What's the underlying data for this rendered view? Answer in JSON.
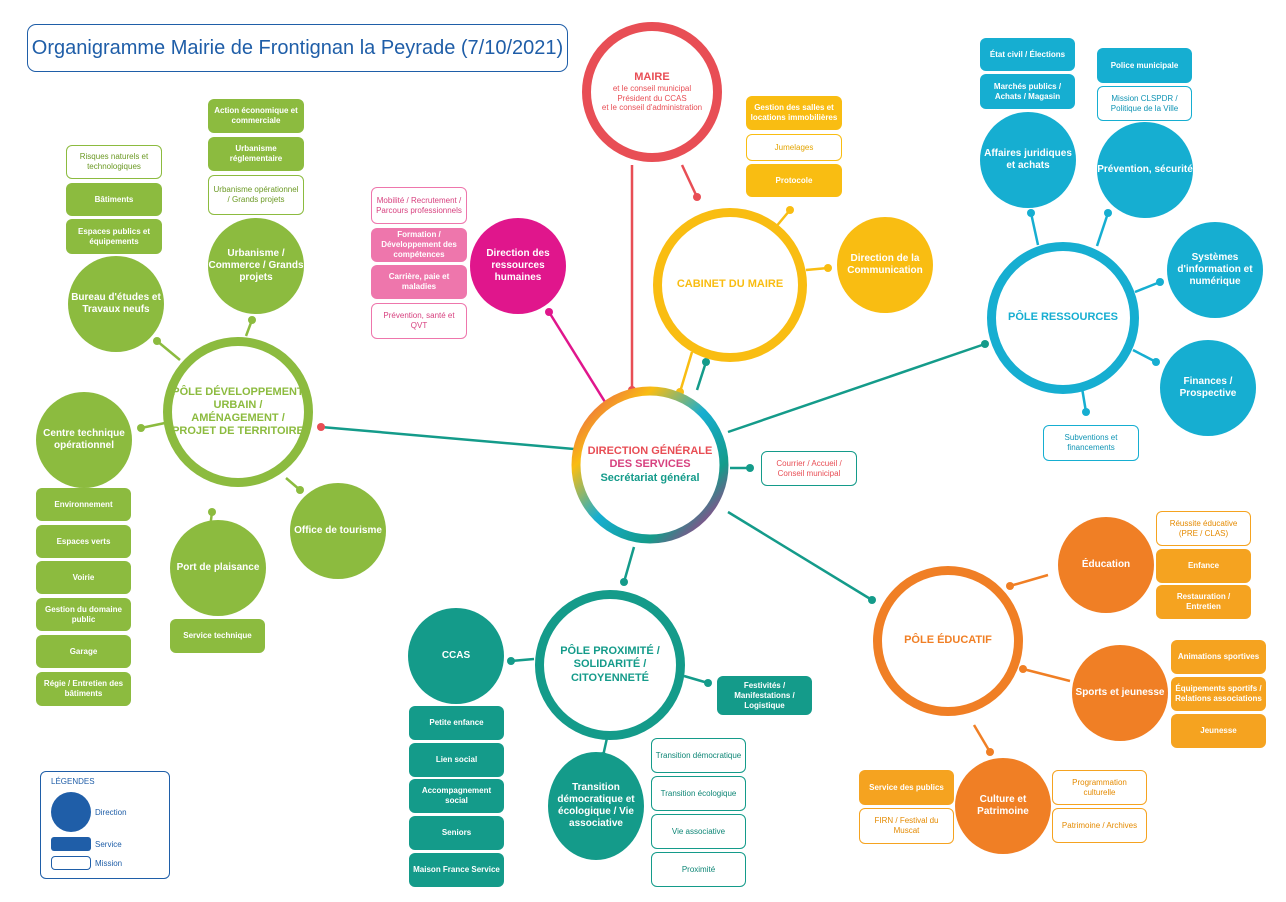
{
  "title": "Organigramme Mairie de Frontignan la Peyrade (7/10/2021)",
  "colors": {
    "green": "#8cbb3f",
    "pink": "#ee76ac",
    "magenta": "#e0168c",
    "red": "#e84e55",
    "yellow": "#f9bd12",
    "cyan": "#16aed1",
    "teal": "#149b8a",
    "orange": "#f07f25",
    "blue": "#1f5ea8"
  },
  "maire": {
    "title": "MAIRE",
    "line1": "et le conseil municipal",
    "line2": "Président du CCAS",
    "line3": "et le conseil d'administration"
  },
  "dgs": {
    "line1": "DIRECTION GÉNÉRALE",
    "line2": "DES SERVICES",
    "line3": "Secrétariat général",
    "mission": "Courrier / Accueil / Conseil municipal"
  },
  "cabinet": {
    "label": "CABINET DU MAIRE",
    "communication": "Direction de la Communication",
    "services": [
      "Gestion des salles et locations immobilières",
      "Protocole"
    ],
    "missions": [
      "Jumelages"
    ]
  },
  "rh": {
    "label": "Direction des ressources humaines",
    "missions": [
      "Mobilité / Recrutement / Parcours professionnels",
      "Prévention, santé et QVT"
    ],
    "services": [
      "Formation / Développement des compétences",
      "Carrière, paie et maladies"
    ]
  },
  "pole_dev": {
    "label": "PÔLE DÉVELOPPEMENT URBAIN / AMÉNAGEMENT / PROJET DE TERRITOIRE",
    "urbanisme": {
      "label": "Urbanisme / Commerce / Grands projets",
      "services": [
        "Action économique et commerciale",
        "Urbanisme réglementaire"
      ],
      "missions": [
        "Urbanisme opérationnel / Grands projets"
      ]
    },
    "bureau": {
      "label": "Bureau d'études et Travaux neufs",
      "missions": [
        "Risques naturels et technologiques"
      ],
      "services": [
        "Bâtiments",
        "Espaces publics et équipements"
      ]
    },
    "centre": {
      "label": "Centre technique opérationnel",
      "services": [
        "Environnement",
        "Espaces verts",
        "Voirie",
        "Gestion du domaine public",
        "Garage",
        "Régie / Entretien des bâtiments"
      ]
    },
    "port": {
      "label": "Port de plaisance",
      "services": [
        "Service technique"
      ]
    },
    "tourisme": {
      "label": "Office de tourisme"
    }
  },
  "pole_ressources": {
    "label": "PÔLE RESSOURCES",
    "juridique": {
      "label": "Affaires juridiques et achats",
      "services": [
        "État civil / Élections",
        "Marchés publics / Achats / Magasin"
      ]
    },
    "prevention": {
      "label": "Prévention, sécurité",
      "services": [
        "Police municipale"
      ],
      "missions": [
        "Mission CLSPDR / Politique de la Ville"
      ]
    },
    "si": {
      "label": "Systèmes d'information et numérique"
    },
    "finances": {
      "label": "Finances / Prospective"
    },
    "missions": [
      "Subventions et financements"
    ]
  },
  "pole_proximite": {
    "label": "PÔLE PROXIMITÉ / SOLIDARITÉ / CITOYENNETÉ",
    "ccas": {
      "label": "CCAS",
      "services": [
        "Petite enfance",
        "Lien social",
        "Accompagnement social",
        "Seniors",
        "Maison France Service"
      ]
    },
    "festivites": "Festivités / Manifestations / Logistique",
    "transition": {
      "label": "Transition démocratique et écologique / Vie associative",
      "missions": [
        "Transition démocratique",
        "Transition écologique",
        "Vie associative",
        "Proximité"
      ]
    }
  },
  "pole_educatif": {
    "label": "PÔLE ÉDUCATIF",
    "education": {
      "label": "Éducation",
      "missions": [
        "Réussite éducative (PRE / CLAS)"
      ],
      "services": [
        "Enfance",
        "Restauration / Entretien"
      ]
    },
    "sports": {
      "label": "Sports et jeunesse",
      "services": [
        "Animations sportives",
        "Équipements sportifs / Relations associations",
        "Jeunesse"
      ]
    },
    "culture": {
      "label": "Culture et Patrimoine",
      "services": [
        "Service des publics"
      ],
      "missions": [
        "FIRN / Festival du Muscat",
        "Programmation culturelle",
        "Patrimoine / Archives"
      ]
    }
  },
  "legend": {
    "title": "LÉGENDES",
    "direction": "Direction",
    "service": "Service",
    "mission": "Mission"
  }
}
